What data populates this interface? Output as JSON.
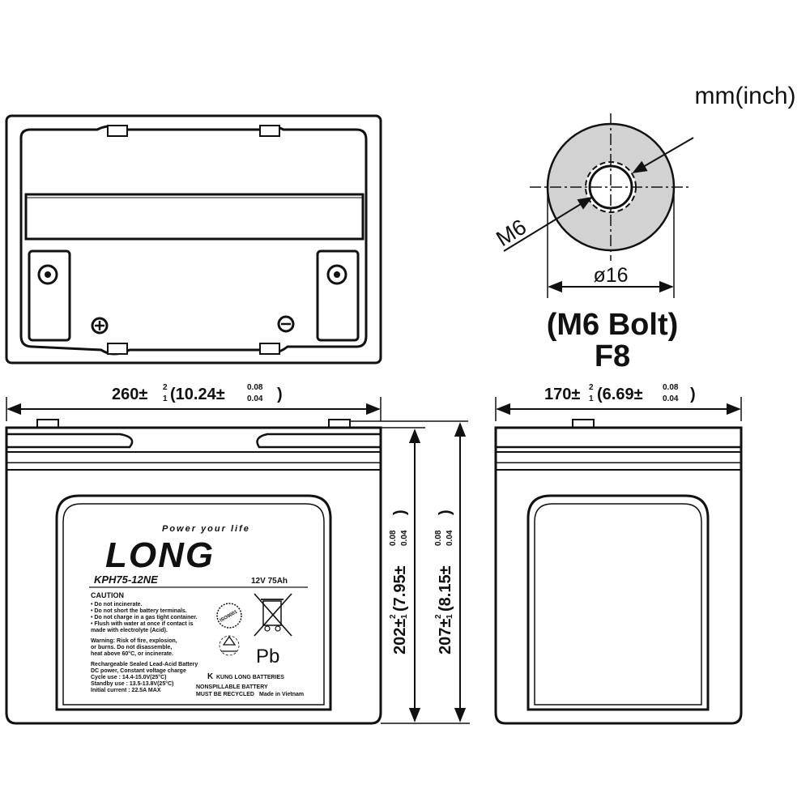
{
  "units_label": "mm(inch)",
  "terminal": {
    "thread_label": "M6",
    "diameter_label": "ø16",
    "bolt_label": "(M6 Bolt)",
    "terminal_code": "F8"
  },
  "dimensions": {
    "length": {
      "main": "260±",
      "tol_up": "2",
      "tol_down": "1",
      "inch": "(10.24±",
      "inch_up": "0.08",
      "inch_down": "0.04",
      "close": ")"
    },
    "width": {
      "main": "170±",
      "tol_up": "2",
      "tol_down": "1",
      "inch": "(6.69±",
      "inch_up": "0.08",
      "inch_down": "0.04",
      "close": ")"
    },
    "height": {
      "main": "202±",
      "tol_up": "2",
      "tol_down": "1",
      "inch": "(7.95±",
      "inch_up": "0.08",
      "inch_down": "0.04",
      "close": ")"
    },
    "total_height": {
      "main": "207±",
      "tol_up": "2",
      "tol_down": "1",
      "inch": "(8.15±",
      "inch_up": "0.08",
      "inch_down": "0.04",
      "close": ")"
    }
  },
  "label": {
    "slogan": "Power your life",
    "brand": "LONG",
    "model": "KPH75-12NE",
    "rating": "12V 75Ah",
    "caution_title": "CAUTION",
    "caution_lines": [
      "• Do not incinerate.",
      "• Do not short the battery terminals.",
      "• Do not charge in a gas tight container.",
      "• Flush with water at once if contact is",
      "   made with electrolyte (Acid)."
    ],
    "warning_lines": [
      "Warning: Risk of fire, explosion,",
      "or burns. Do not disassemble,",
      "heat above 60°C, or incinerate."
    ],
    "spec_lines": [
      "Rechargeable Sealed Lead-Acid Battery",
      "DC power, Constant voltage charge",
      "Cycle  use : 14.4-15.0V(25°C)",
      "Standby use : 13.5-13.8V(25°C)",
      "Initial current : 22.5A MAX"
    ],
    "iso_badge": "ISO9001",
    "pb_label": "Pb",
    "company": "KUNG LONG BATTERIES",
    "nonspill": "NONSPILLABLE  BATTERY",
    "recycle_note": "MUST BE RECYCLED",
    "origin": "Made in Vietnam"
  }
}
